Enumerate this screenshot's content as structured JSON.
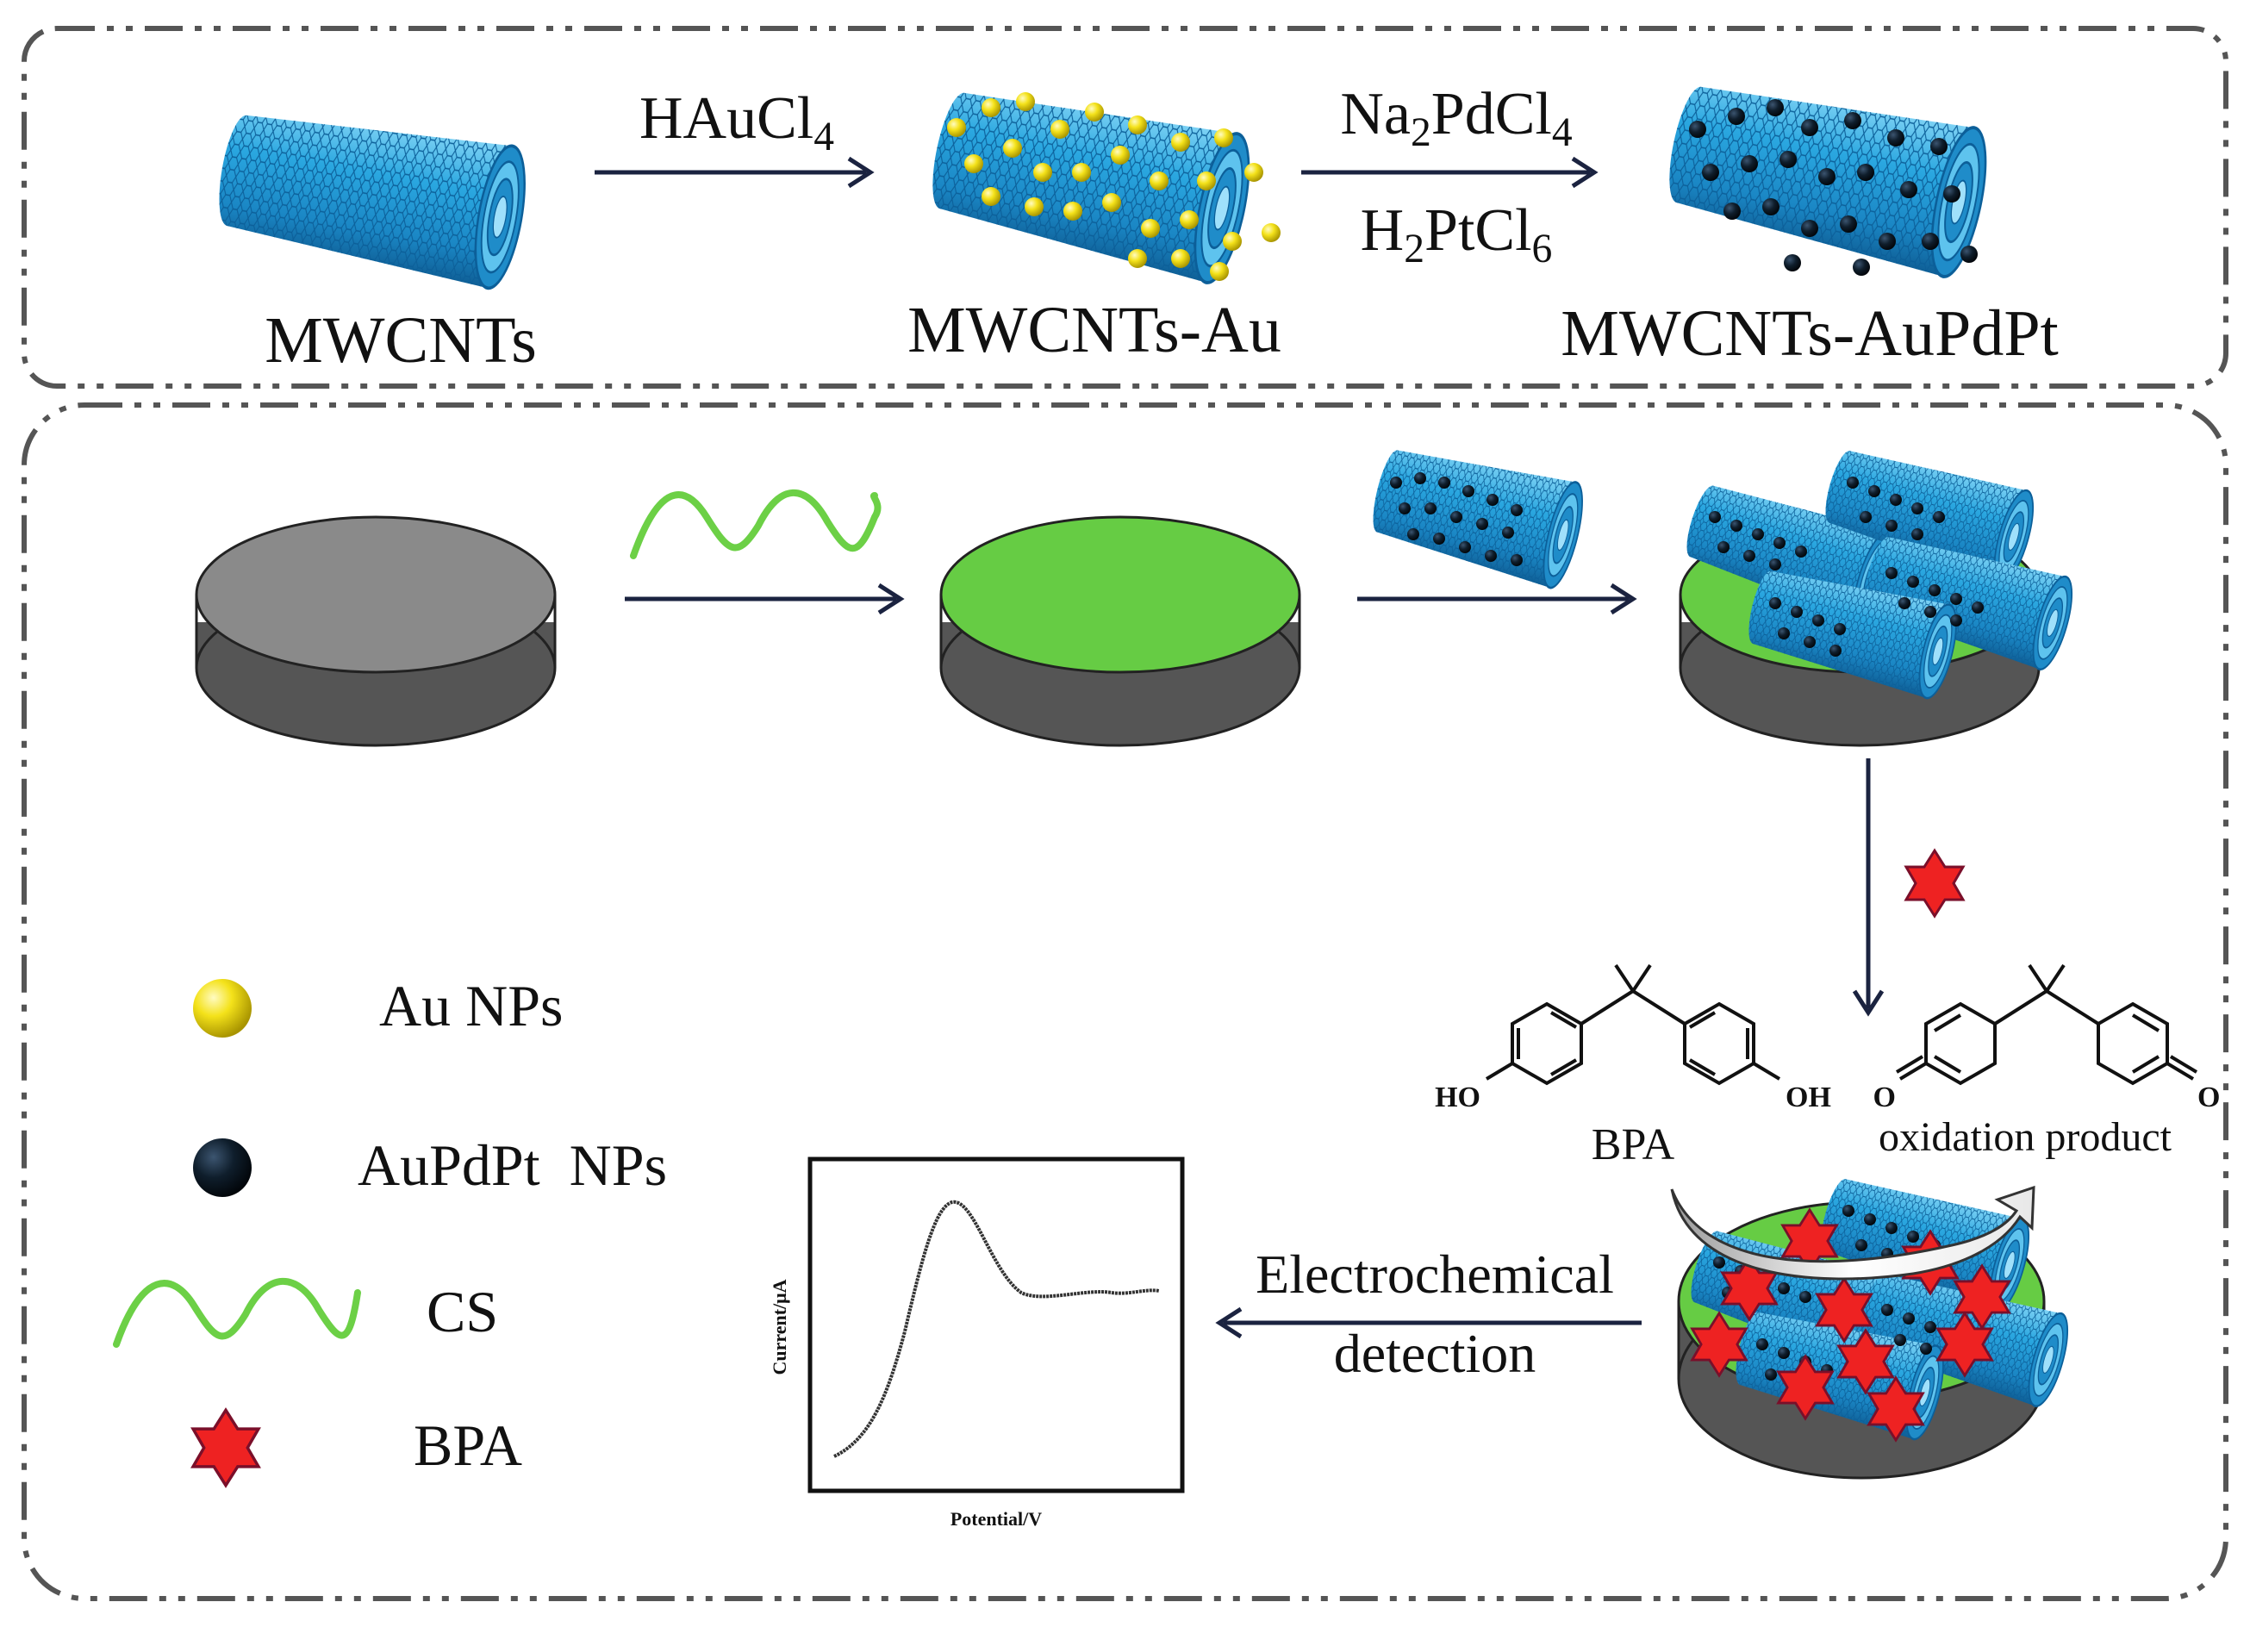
{
  "top_panel": {
    "tube1_label": "MWCNTs",
    "tube2_label": "MWCNTs-Au",
    "tube3_label": "MWCNTs-AuPdPt",
    "reagent1": {
      "base": "HAuCl",
      "sub": "4"
    },
    "reagent2": {
      "a": "Na",
      "a_sub": "2",
      "b": "PdCl",
      "b_sub": "4"
    },
    "reagent3": {
      "a": "H",
      "a_sub": "2",
      "b": "PtCl",
      "b_sub": "6"
    }
  },
  "legend": {
    "items": [
      {
        "label": "Au NPs",
        "icon": "gold-nanoparticle-icon"
      },
      {
        "label": "AuPdPt  NPs",
        "icon": "aupdpt-nanoparticle-icon"
      },
      {
        "label": "CS",
        "icon": "chitosan-wave-icon"
      },
      {
        "label": "BPA",
        "icon": "bpa-star-icon"
      }
    ]
  },
  "reaction": {
    "reactant_label": "BPA",
    "product_label": "oxidation product",
    "ho_left": "HO",
    "oh_right": "OH",
    "o_left": "O",
    "o_right": "O"
  },
  "detection": {
    "line1": "Electrochemical",
    "line2": "detection"
  },
  "plot": {
    "xlabel": "Potential/V",
    "ylabel": "Current/μA"
  },
  "colors": {
    "tube_blue": "#2f9fd8",
    "gold": "#f4e21a",
    "np_dark": "#0d1a26",
    "chitosan_green": "#66cc44",
    "electrode_top": "#8a8a8a",
    "electrode_side": "#555555",
    "bpa_red": "#ee2222",
    "border": "#555555"
  }
}
